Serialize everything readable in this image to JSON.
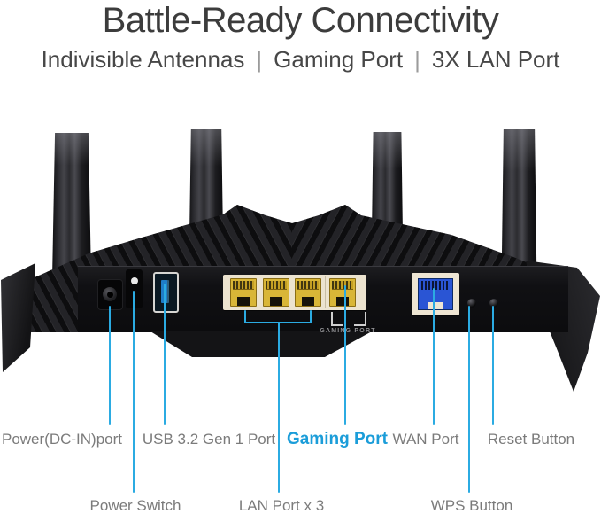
{
  "header": {
    "title": "Battle-Ready Connectivity",
    "subtitle": [
      "Indivisible Antennas",
      "Gaming Port",
      "3X LAN Port"
    ],
    "separator": "|"
  },
  "device": {
    "panel_label": "GAMING PORT"
  },
  "labels": {
    "power_dc": "Power(DC-IN)port",
    "power_switch": "Power Switch",
    "usb": "USB 3.2 Gen 1 Port",
    "lan": "LAN Port x 3",
    "gaming": "Gaming Port",
    "wan": "WAN Port",
    "wps": "WPS Button",
    "reset": "Reset Button"
  },
  "colors": {
    "accent_label": "#1B9DD9",
    "callout_line": "#2BABE2",
    "label_gray": "#7B7B7B",
    "title_gray": "#3C3C3C",
    "lan_yellow": "#D9B637",
    "wan_blue": "#2A55D4",
    "usb_blue": "#1F7DC9",
    "body_black": "#141416"
  }
}
